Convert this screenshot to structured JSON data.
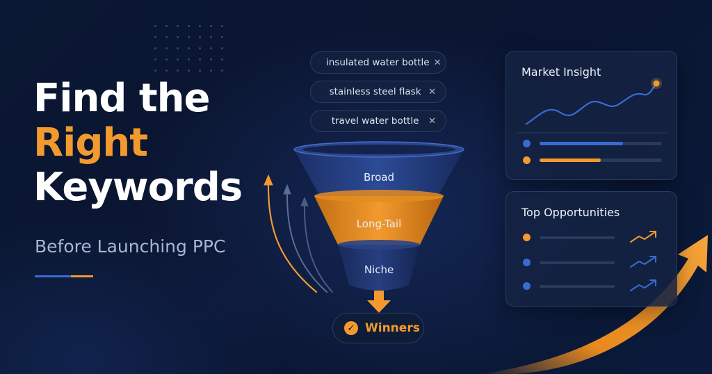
{
  "headline": {
    "line1": "Find the",
    "line2": "Right",
    "line3": "Keywords",
    "subtitle": "Before Launching PPC"
  },
  "keyword_chips": [
    {
      "label": "insulated water bottle",
      "remove_icon": "close-icon"
    },
    {
      "label": "stainless steel flask",
      "remove_icon": "close-icon"
    },
    {
      "label": "travel water bottle",
      "remove_icon": "close-icon"
    }
  ],
  "funnel": {
    "stages": [
      "Broad",
      "Long-Tail",
      "Niche"
    ],
    "result": "Winners",
    "result_icon": "check-icon"
  },
  "market_insight": {
    "title": "Market Insight",
    "bars": [
      {
        "color": "#3a6bd4",
        "fraction": 0.68
      },
      {
        "color": "#f29a2e",
        "fraction": 0.5
      }
    ]
  },
  "top_opportunities": {
    "title": "Top Opportunities",
    "rows": [
      {
        "dot_color": "#f29a2e",
        "trend_icon": "trend-up-icon"
      },
      {
        "dot_color": "#3a6bd4",
        "trend_icon": "trend-up-icon"
      },
      {
        "dot_color": "#3a6bd4",
        "trend_icon": "trend-up-icon"
      }
    ]
  },
  "colors": {
    "accent": "#f29a2e",
    "blue": "#3a6bd4",
    "background": "#0b1833"
  }
}
